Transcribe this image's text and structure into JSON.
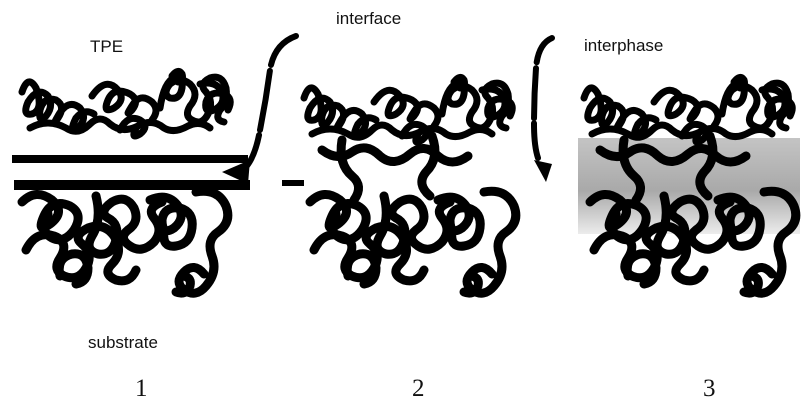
{
  "labels": {
    "tpe": "TPE",
    "interface": "interface",
    "interphase": "interphase",
    "substrate": "substrate"
  },
  "panels": [
    {
      "number": "1"
    },
    {
      "number": "2"
    },
    {
      "number": "3"
    }
  ],
  "colors": {
    "chain": "#000000",
    "interphase_gradient_top": "#c8c8c8",
    "interphase_gradient_bottom": "#f2f2f2"
  }
}
